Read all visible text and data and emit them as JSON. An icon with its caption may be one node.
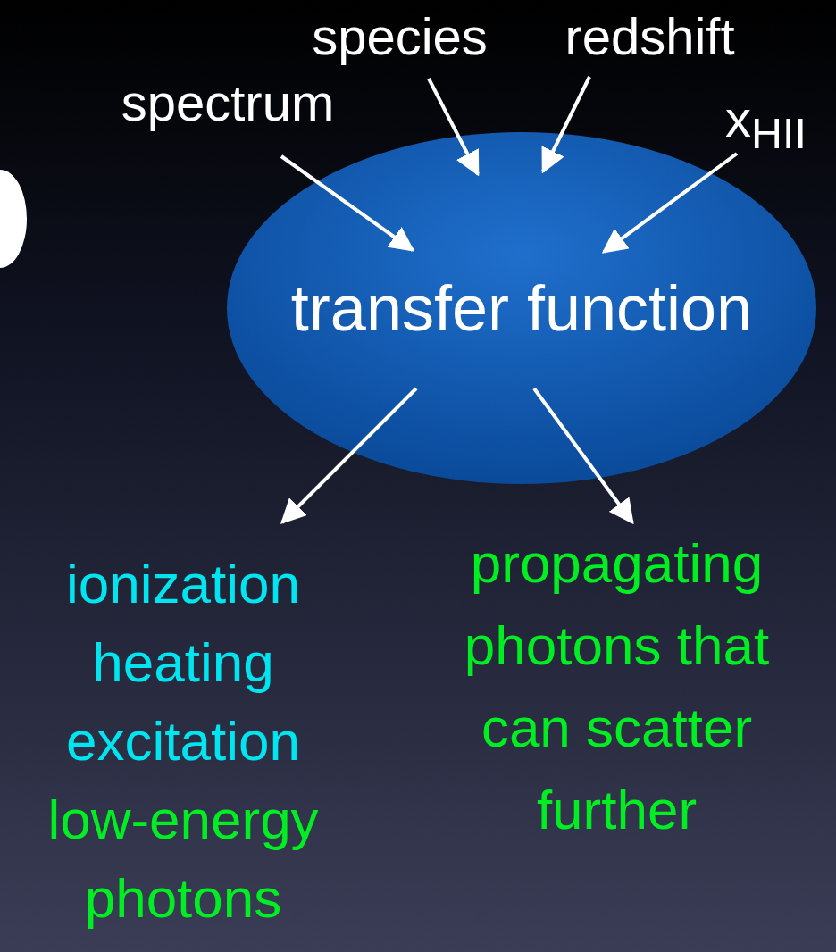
{
  "diagram": {
    "nodes": [
      {
        "text": [
          "spectrum"
        ]
      },
      {
        "text": [
          "species"
        ]
      },
      {
        "text": [
          "redshift"
        ]
      },
      {
        "text": [
          "x$_{HII}$"
        ]
      },
      {
        "text": [
          "transfer function"
        ]
      },
      {
        "text": [
          "ionization",
          "heating",
          "excitation",
          "low-energy photons"
        ]
      },
      {
        "text": [
          "propagating photons that can scatter further"
        ]
      }
    ],
    "edges": [
      {
        "from": 0,
        "to": 4,
        "arrow": "to"
      },
      {
        "from": 1,
        "to": 4,
        "arrow": "to"
      },
      {
        "from": 2,
        "to": 4,
        "arrow": "to"
      },
      {
        "from": 3,
        "to": 4,
        "arrow": "to"
      },
      {
        "from": 4,
        "to": 5,
        "arrow": "to"
      },
      {
        "from": 4,
        "to": 6,
        "arrow": "to"
      }
    ]
  }
}
